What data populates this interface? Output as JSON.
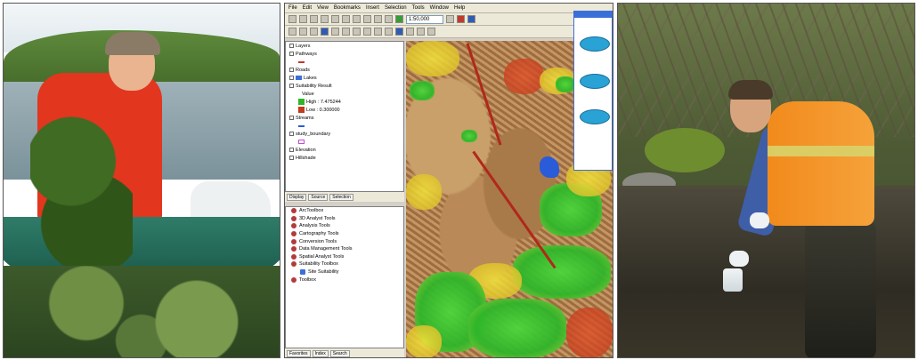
{
  "panels": {
    "left_photo": {
      "subject": ""
    },
    "gis_window": {
      "menu": [
        "File",
        "Edit",
        "View",
        "Bookmarks",
        "Insert",
        "Selection",
        "Tools",
        "Window",
        "Help"
      ],
      "scale_value": "1:50,000",
      "toc": {
        "items": [
          "Layers",
          "Pathways",
          "Roads",
          "Lakes",
          "Suitability Result",
          "Value",
          "High : 7.475244",
          "Low : 0.300000",
          "Streams",
          "study_boundary",
          "Elevation",
          "Hillshade"
        ],
        "tabs": [
          "Display",
          "Source",
          "Selection"
        ]
      },
      "toolbox": {
        "items": [
          "ArcToolbox",
          "3D Analyst Tools",
          "Analysis Tools",
          "Cartography Tools",
          "Conversion Tools",
          "Data Management Tools",
          "Spatial Analyst Tools",
          "Suitability Toolbox",
          "Site Suitability",
          "Toolbox"
        ],
        "tabs": [
          "Favorites",
          "Index",
          "Search"
        ]
      },
      "model_diagram": {
        "nodes": [
          "",
          "",
          ""
        ]
      }
    },
    "right_photo": {
      "subject": ""
    }
  },
  "colors": {
    "map_green": "#2fb52a",
    "map_yellow": "#f2e33a",
    "map_red": "#c23b1c",
    "map_brown": "#a87a4a",
    "water_blue": "#2a5bd8",
    "vest_orange": "#f28a1c",
    "canoe_green": "#2f7c69"
  }
}
